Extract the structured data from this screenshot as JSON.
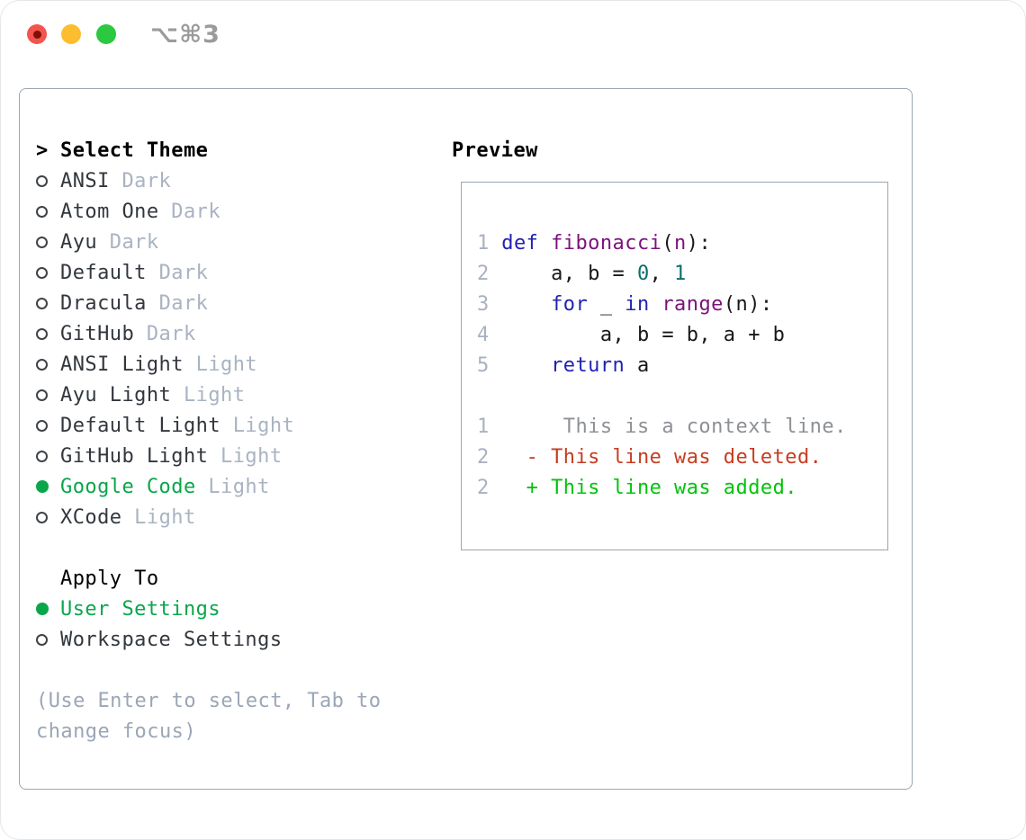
{
  "window": {
    "title_shortcut": "⌥⌘3"
  },
  "traffic_lights": {
    "close": "red-circle-with-dark-dot",
    "minimize": "yellow-circle",
    "zoom": "green-circle"
  },
  "theme_list": {
    "header_prefix": ">",
    "header": "Select Theme",
    "items": [
      {
        "name": "ANSI",
        "tag": "Dark",
        "selected": false
      },
      {
        "name": "Atom One",
        "tag": "Dark",
        "selected": false
      },
      {
        "name": "Ayu",
        "tag": "Dark",
        "selected": false
      },
      {
        "name": "Default",
        "tag": "Dark",
        "selected": false
      },
      {
        "name": "Dracula",
        "tag": "Dark",
        "selected": false
      },
      {
        "name": "GitHub",
        "tag": "Dark",
        "selected": false
      },
      {
        "name": "ANSI Light",
        "tag": "Light",
        "selected": false
      },
      {
        "name": "Ayu Light",
        "tag": "Light",
        "selected": false
      },
      {
        "name": "Default Light",
        "tag": "Light",
        "selected": false
      },
      {
        "name": "GitHub Light",
        "tag": "Light",
        "selected": false
      },
      {
        "name": "Google Code",
        "tag": "Light",
        "selected": true
      },
      {
        "name": "XCode",
        "tag": "Light",
        "selected": false
      }
    ]
  },
  "apply_to": {
    "header": "Apply To",
    "options": [
      {
        "label": "User Settings",
        "selected": true
      },
      {
        "label": "Workspace Settings",
        "selected": false
      }
    ]
  },
  "footer_lines": [
    "(Use Enter to select, Tab to",
    "change focus)"
  ],
  "preview": {
    "header": "Preview",
    "code_lines": [
      {
        "num": "1",
        "tokens": [
          [
            "kw",
            "def "
          ],
          [
            "fn",
            "fibonacci"
          ],
          [
            "pl",
            "("
          ],
          [
            "fn",
            "n"
          ],
          [
            "pl",
            "):"
          ]
        ]
      },
      {
        "num": "2",
        "tokens": [
          [
            "pl",
            "    a, b = "
          ],
          [
            "lit",
            "0"
          ],
          [
            "pl",
            ", "
          ],
          [
            "lit",
            "1"
          ]
        ]
      },
      {
        "num": "3",
        "tokens": [
          [
            "pl",
            "    "
          ],
          [
            "kw",
            "for"
          ],
          [
            "pl",
            " _ "
          ],
          [
            "kw",
            "in"
          ],
          [
            "pl",
            " "
          ],
          [
            "fn",
            "range"
          ],
          [
            "pl",
            "(n):"
          ]
        ]
      },
      {
        "num": "4",
        "tokens": [
          [
            "pl",
            "        a, b = b, a + b"
          ]
        ]
      },
      {
        "num": "5",
        "tokens": [
          [
            "pl",
            "    "
          ],
          [
            "kw",
            "return"
          ],
          [
            "pl",
            " a"
          ]
        ]
      },
      {
        "num": "",
        "tokens": []
      },
      {
        "num": "1",
        "tokens": [
          [
            "ctx",
            "     This is a context line."
          ]
        ]
      },
      {
        "num": "2",
        "tokens": [
          [
            "del",
            "  - This line was deleted."
          ]
        ]
      },
      {
        "num": "2",
        "tokens": [
          [
            "add",
            "  + This line was added."
          ]
        ]
      }
    ]
  },
  "colors": {
    "accent-green": "#0aa64c",
    "added-green": "#00c40a",
    "deleted-red": "#c63d20",
    "keyword-blue": "#2222b2",
    "function-purple": "#7c127c",
    "literal-teal": "#0a6f6f",
    "context-gray": "#8d9095",
    "line-number-gray": "#a9b1bf",
    "tag-gray": "#a9b3c2",
    "help-gray": "#9ba6b6",
    "border-gray": "#9ca6b0",
    "traffic-red": "#f4544d",
    "traffic-yellow": "#fcbd2e",
    "traffic-green": "#2ac93f"
  }
}
